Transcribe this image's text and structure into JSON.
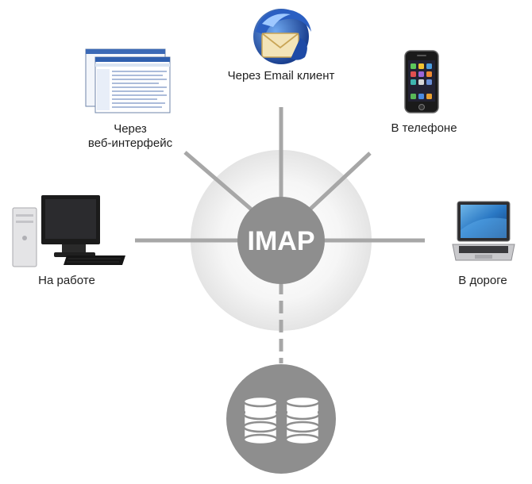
{
  "hub": {
    "label": "IMAP"
  },
  "clients": [
    {
      "id": "email-client",
      "label": "Через Email клиент",
      "icon": "thunderbird-bird-envelope-icon"
    },
    {
      "id": "phone",
      "label": "В телефоне",
      "icon": "smartphone-icon"
    },
    {
      "id": "web",
      "label_line1": "Через",
      "label_line2": "веб-интерфейс",
      "icon": "webmail-window-icon"
    },
    {
      "id": "work",
      "label": "На работе",
      "icon": "desktop-computer-icon"
    },
    {
      "id": "travel",
      "label": "В дороге",
      "icon": "laptop-icon"
    }
  ],
  "storage": {
    "icon": "database-icon"
  },
  "colors": {
    "hub_fill": "#8e8e8e",
    "connector": "#a7a7a7",
    "halo": "#eeeeee",
    "text": "#222222"
  }
}
